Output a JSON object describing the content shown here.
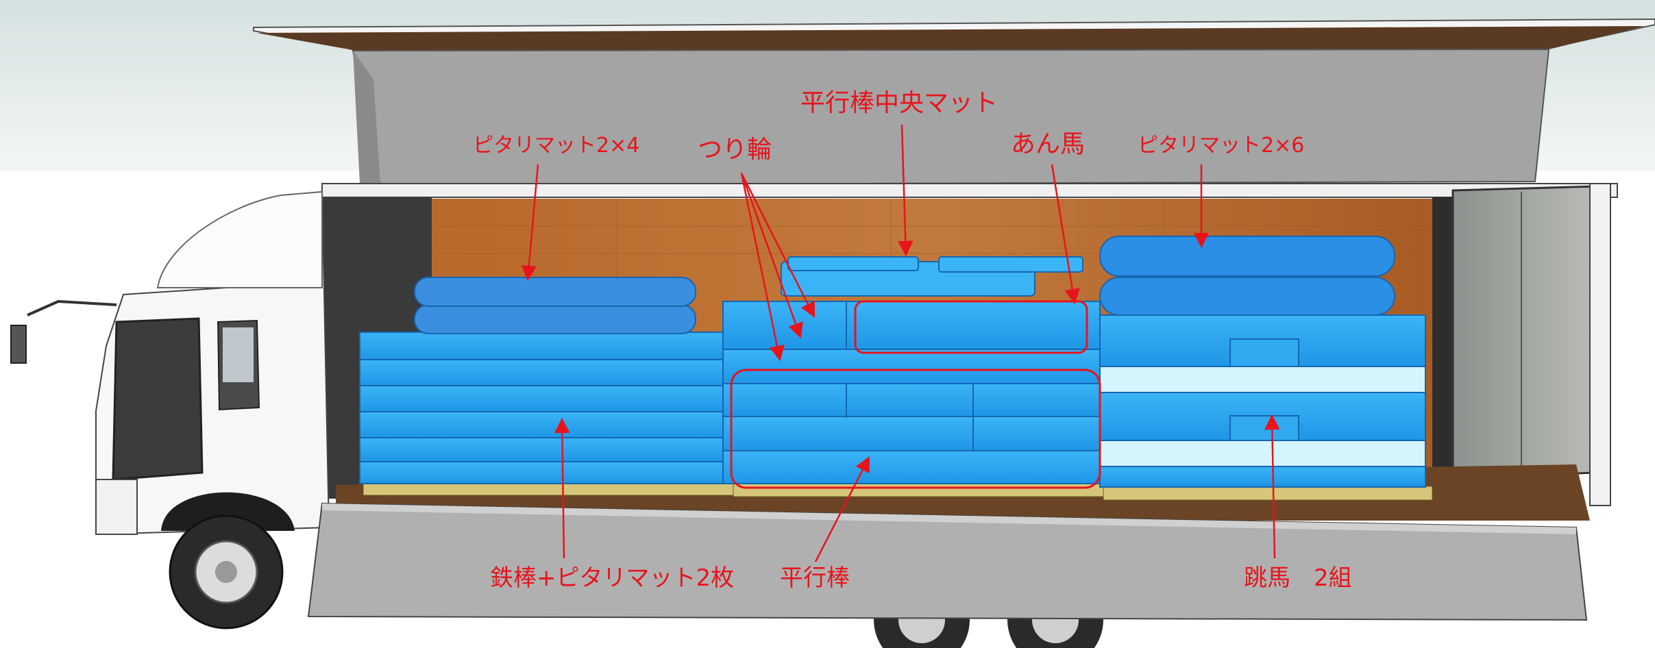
{
  "labels": {
    "pitari_2x4": "ピタリマット2×4",
    "tsuriwa": "つり輪",
    "heikoubou_center_mat": "平行棒中央マット",
    "anba": "あん馬",
    "pitari_2x6": "ピタリマット2×6",
    "tetsubou_pitari": "鉄棒+ピタリマット2枚",
    "heikoubou": "平行棒",
    "chouba": "跳馬　2組"
  },
  "colors": {
    "annotation": "#e8141c",
    "mat_blue": "#29a7f0",
    "mat_blue_dark": "#1a7fd0",
    "wood_wall": "#b5652a",
    "truck_gray": "#a9a9a9",
    "cab_white": "#f7f7f7",
    "sky": "#dfe8e8"
  }
}
